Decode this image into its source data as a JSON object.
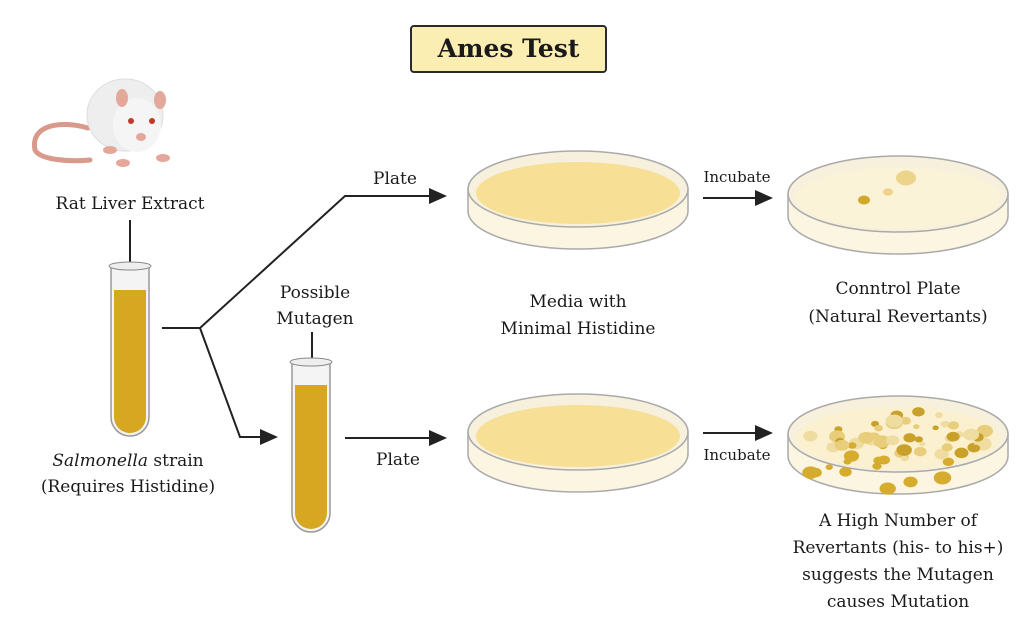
{
  "title": "Ames Test",
  "rat_label": "Rat Liver Extract",
  "strain": {
    "name": "Salmonella",
    "suffix": " strain",
    "note": "(Requires Histidine)"
  },
  "mutagen": {
    "line1": "Possible",
    "line2": "Mutagen"
  },
  "plate_label_top": "Plate",
  "plate_label_bottom": "Plate",
  "media": {
    "line1": "Media with",
    "line2": "Minimal Histidine"
  },
  "incubate_top": "Incubate",
  "incubate_bottom": "Incubate",
  "control": {
    "line1": "Conntrol Plate",
    "line2": "(Natural Revertants)"
  },
  "result": {
    "line1": "A High Number of",
    "line2": "Revertants (his- to his+)",
    "line3": "suggests the Mutagen",
    "line4": "causes Mutation"
  },
  "colors": {
    "liquid": "#d8a722",
    "media": "#f7df95",
    "colony": "#d9b440",
    "title_bg": "#fbeeb2"
  }
}
